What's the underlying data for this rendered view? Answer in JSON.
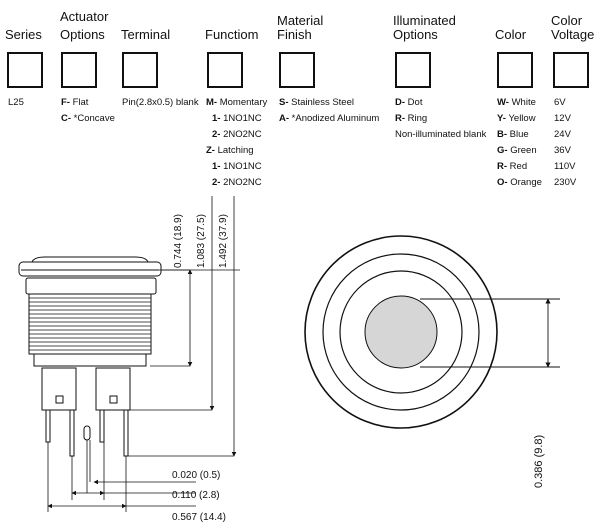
{
  "headers": {
    "series": "Series",
    "actuator_1": "Actuator",
    "actuator_2": "Options",
    "terminal": "Terminal",
    "function": "Functiom",
    "material_1": "Material",
    "material_2": "Finish",
    "illum_1": "Illuminated",
    "illum_2": "Options",
    "color": "Color",
    "voltage_1": "Color",
    "voltage_2": "Voltage"
  },
  "series": {
    "value": "L25"
  },
  "actuator": [
    {
      "code": "F-",
      "label": "Flat"
    },
    {
      "code": "C-",
      "label": "*Concave"
    }
  ],
  "terminal": {
    "value": "Pin(2.8x0.5) blank"
  },
  "function": {
    "m_code": "M-",
    "m_label": "Momentary",
    "m1_code": "1-",
    "m1_label": "1NO1NC",
    "m2_code": "2-",
    "m2_label": "2NO2NC",
    "z_code": "Z-",
    "z_label": "Latching",
    "z1_code": "1-",
    "z1_label": "1NO1NC",
    "z2_code": "2-",
    "z2_label": "2NO2NC"
  },
  "material": [
    {
      "code": "S-",
      "label": "Stainless Steel"
    },
    {
      "code": "A-",
      "label": "*Anodized Aluminum"
    }
  ],
  "illuminated": {
    "d_code": "D-",
    "d_label": "Dot",
    "r_code": "R-",
    "r_label": "Ring",
    "none_label": "Non-illuminated blank"
  },
  "colors": [
    {
      "code": "W-",
      "label": "White",
      "voltage": "6V"
    },
    {
      "code": "Y-",
      "label": "Yellow",
      "voltage": "12V"
    },
    {
      "code": "B-",
      "label": "Blue",
      "voltage": "24V"
    },
    {
      "code": "G-",
      "label": "Green",
      "voltage": "36V"
    },
    {
      "code": "R-",
      "label": "Red",
      "voltage": "110V"
    },
    {
      "code": "O-",
      "label": "Orange",
      "voltage": "230V"
    }
  ],
  "dimensions": {
    "d1": "0.744 (18.9)",
    "d2": "1.083 (27.5)",
    "d3": "1.492 (37.9)",
    "pin_thickness": "0.020 (0.5)",
    "pin_width": "0.110 (2.8)",
    "pin_spacing": "0.567 (14.4)",
    "lens": "0.386 (9.8)"
  },
  "colors_hex": {
    "line": "#111111",
    "lens": "#d6d6d6"
  }
}
